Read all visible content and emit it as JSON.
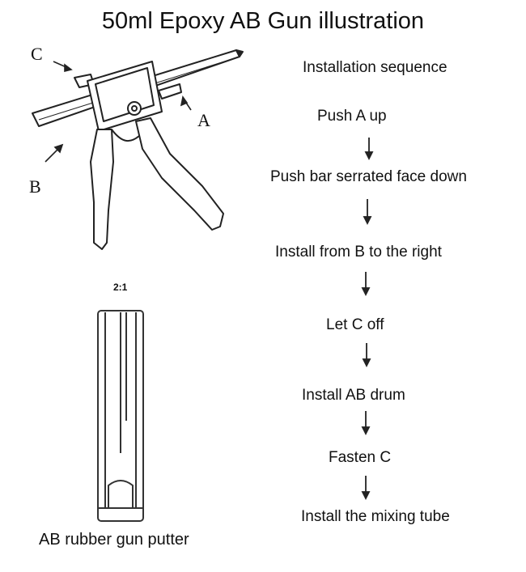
{
  "title": "50ml Epoxy AB Gun illustration",
  "steps": [
    "Installation sequence",
    "Push A up",
    "Push bar serrated face down",
    "Install from B to the right",
    "Let C off",
    "Install AB drum",
    "Fasten C",
    "Install the mixing tube"
  ],
  "callouts": {
    "a": "A",
    "b": "B",
    "c": "C"
  },
  "putter": {
    "ratio": "2:1",
    "caption": "AB rubber gun putter"
  }
}
